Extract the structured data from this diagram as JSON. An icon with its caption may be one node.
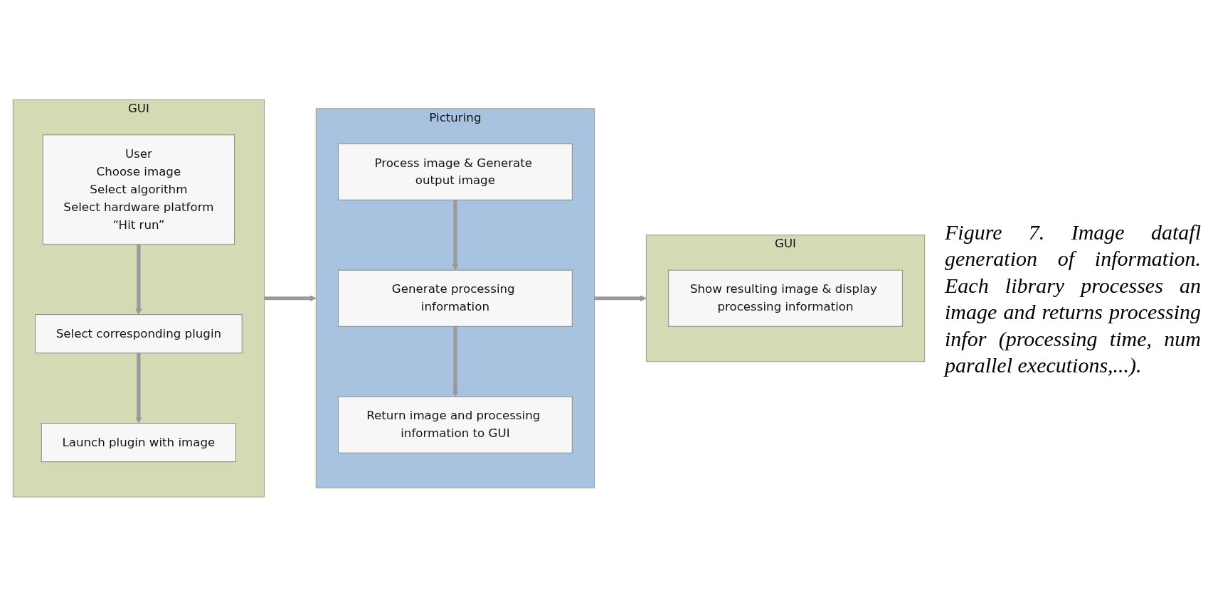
{
  "diagram": {
    "caption": "Figure 7. Image datafl generation of information. Each library processes an image and returns processing infor (processing time, num parallel executions,...).",
    "nodes": [
      {
        "text": [
          "GUI"
        ]
      },
      {
        "text": [
          "User",
          "Choose image",
          "Select algorithm",
          "Select hardware platform",
          "“Hit run”"
        ],
        "in": 0
      },
      {
        "text": [
          "Select corresponding plugin"
        ],
        "in": 0
      },
      {
        "text": [
          "Launch plugin with image"
        ],
        "in": 0
      },
      {
        "text": [
          "Picturing"
        ]
      },
      {
        "text": [
          "Process image & Generate output image"
        ],
        "in": 4
      },
      {
        "text": [
          "Generate processing information"
        ],
        "in": 4
      },
      {
        "text": [
          "Return image and processing information to GUI"
        ],
        "in": 4
      },
      {
        "text": [
          "GUI"
        ]
      },
      {
        "text": [
          "Show resulting image & display processing information"
        ],
        "in": 8
      }
    ],
    "edges": [
      {
        "from": 1,
        "to": 2,
        "arrow": "to"
      },
      {
        "from": 2,
        "to": 3,
        "arrow": "to"
      },
      {
        "from": 0,
        "to": 4,
        "arrow": "to"
      },
      {
        "from": 5,
        "to": 6,
        "arrow": "to"
      },
      {
        "from": 6,
        "to": 7,
        "arrow": "to"
      },
      {
        "from": 4,
        "to": 8,
        "arrow": "to"
      }
    ]
  }
}
